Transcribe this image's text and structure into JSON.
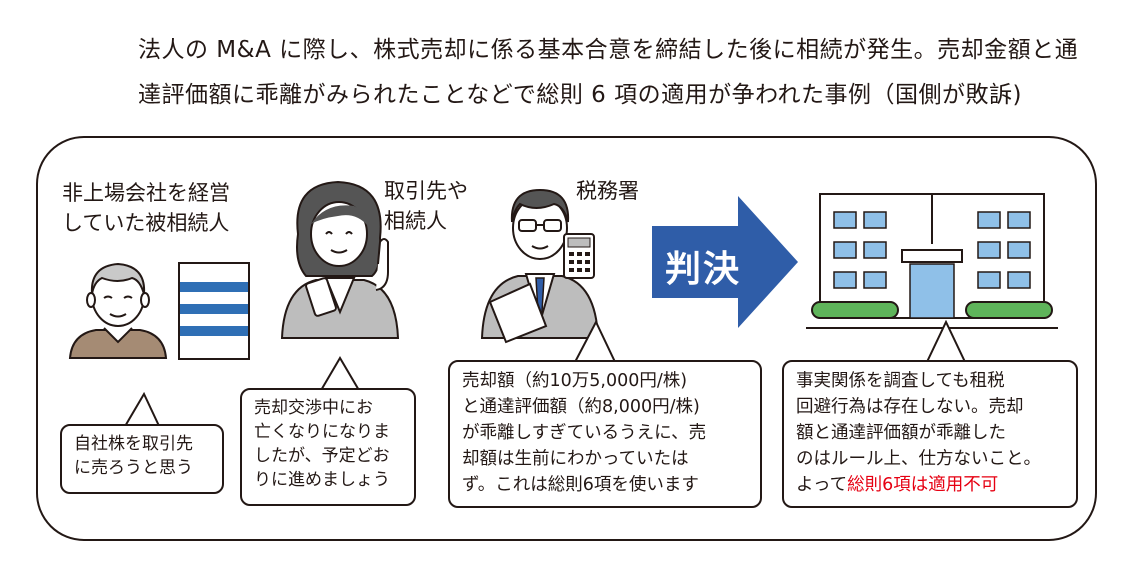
{
  "title": {
    "line1": "法人の M&A に際し、株式売却に係る基本合意を締結した後に相続が発生。売却金額と通",
    "line2": "達評価額に乖離がみられたことなどで総則 6 項の適用が争われた事例（国側が敗訴)"
  },
  "actors": {
    "decedent": {
      "line1": "非上場会社を経営",
      "line2": "していた被相続人"
    },
    "heirs": {
      "line1": "取引先や",
      "line2": "相続人"
    },
    "tax_office": {
      "line1": "税務署"
    }
  },
  "verdict_label": "判決",
  "bubbles": {
    "decedent": [
      "自社株を取引先",
      "に売ろうと思う"
    ],
    "heirs": [
      "売却交渉中にお",
      "亡くなりになりま",
      "したが、予定どお",
      "りに進めましょう"
    ],
    "tax_office": [
      "売却額（約10万5,000円/株)",
      "と通達評価額（約8,000円/株)",
      "が乖離しすぎているうえに、売",
      "却額は生前にわかっていたは",
      "ず。これは総則6項を使います"
    ],
    "court": {
      "lines": [
        "事実関係を調査しても租税",
        "回避行為は存在しない。売却",
        "額と通達評価額が乖離した",
        "のはルール上、仕方ないこと。"
      ],
      "last_prefix": "よって",
      "last_highlight": "総則6項は適用不可"
    }
  },
  "icons": [
    "elderly-man-icon",
    "company-building-icon",
    "businesswoman-icon",
    "smartphone-icon",
    "tax-officer-icon",
    "calculator-icon",
    "document-icon",
    "verdict-arrow-icon",
    "courthouse-icon"
  ],
  "colors": {
    "arrow": "#2f5da8",
    "stripe": "#2f6fb5",
    "window": "#8fc0e8",
    "grass": "#5fb45a",
    "highlight": "#e60012",
    "suit": "#bdbdbd"
  }
}
